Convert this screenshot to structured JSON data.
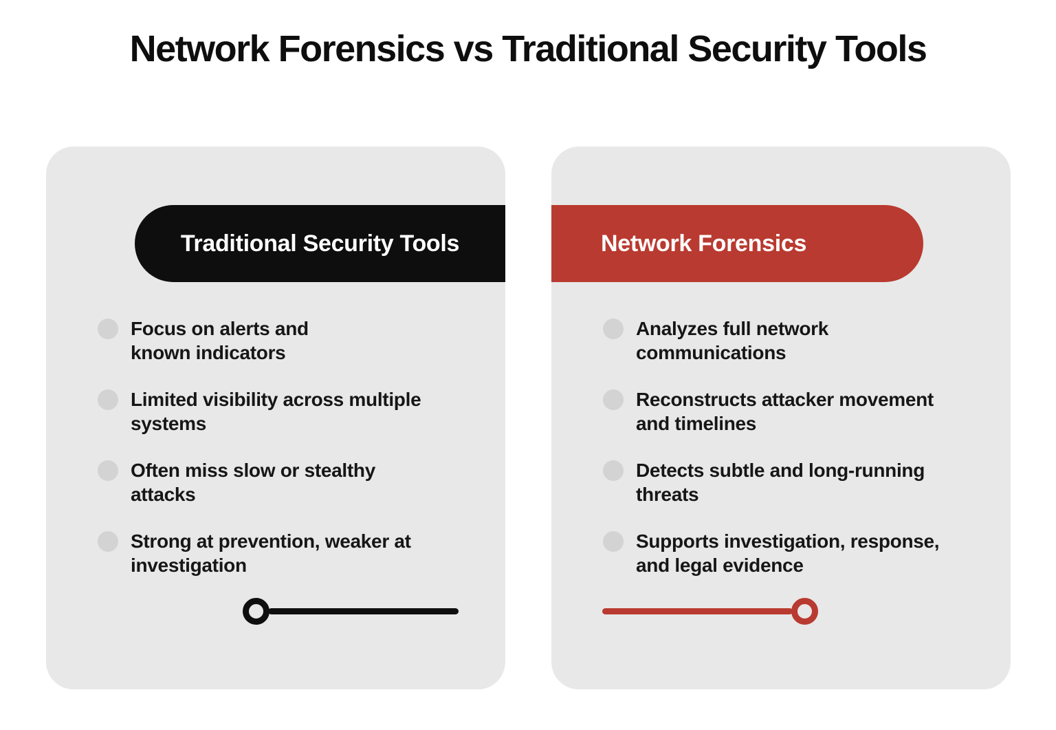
{
  "title": "Network Forensics vs Traditional Security Tools",
  "colors": {
    "accent_red": "#b93a30",
    "accent_black": "#0e0e0e",
    "card_background": "#e8e8e8",
    "bullet_dot": "#d3d3d3",
    "header_text": "#ffffff"
  },
  "cards": [
    {
      "header": "Traditional Security Tools",
      "bullets": [
        "Focus on alerts and\nknown indicators",
        "Limited visibility across multiple\nsystems",
        "Often miss slow or stealthy\nattacks",
        "Strong at prevention, weaker at\ninvestigation"
      ]
    },
    {
      "header": "Network Forensics",
      "bullets": [
        "Analyzes full network\ncommunications",
        "Reconstructs attacker movement\nand timelines",
        "Detects subtle and long-running\nthreats",
        "Supports investigation, response,\nand legal evidence"
      ]
    }
  ]
}
